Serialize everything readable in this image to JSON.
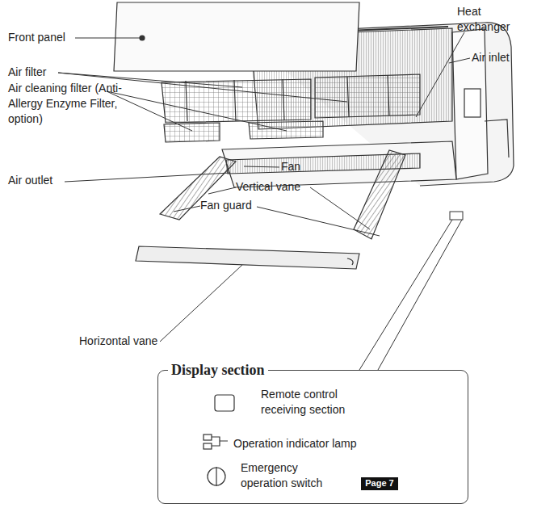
{
  "diagram": {
    "nodes": [
      {
        "text": [
          "Display section"
        ]
      },
      {
        "text": [
          "Page 7"
        ],
        "in": 0
      }
    ],
    "labels": [
      "Front panel",
      "Air filter",
      "Air cleaning filter (Anti-Allergy Enzyme Filter, option)",
      "Air outlet",
      "Fan",
      "Vertical vane",
      "Fan guard",
      "Horizontal vane",
      "Heat exchanger",
      "Air inlet",
      "Remote control receiving section",
      "Operation indicator lamp",
      "Emergency operation switch"
    ]
  }
}
